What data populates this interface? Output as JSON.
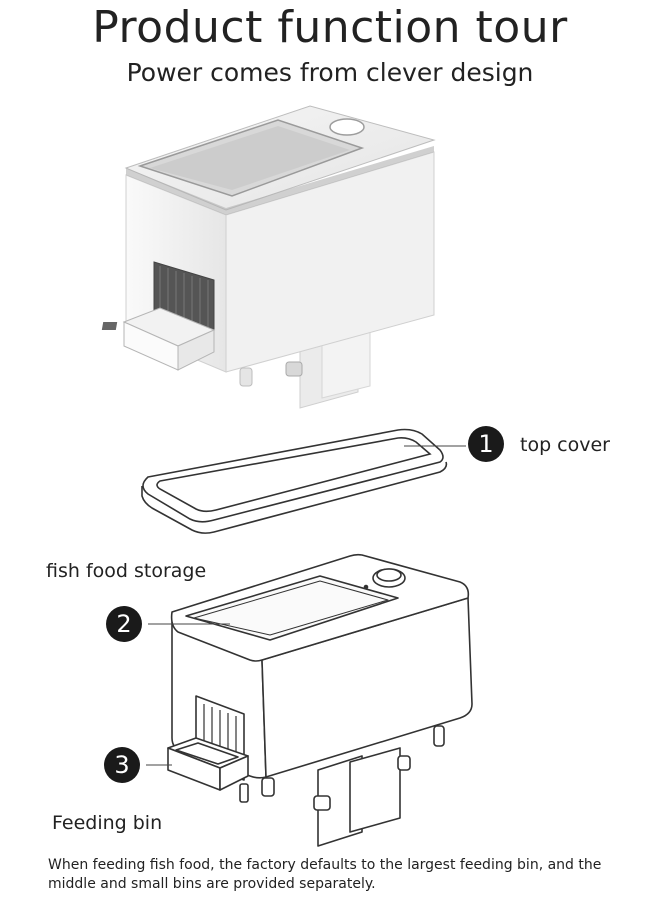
{
  "header": {
    "title": "Product function tour",
    "subtitle": "Power comes from clever design"
  },
  "callouts": [
    {
      "number": "1",
      "label": "top cover"
    },
    {
      "number": "2",
      "label": "fish food storage"
    },
    {
      "number": "3",
      "label": "Feeding bin"
    }
  ],
  "footnote": "When feeding fish food, the factory defaults to the largest feeding bin, and the middle and small bins are provided separately."
}
